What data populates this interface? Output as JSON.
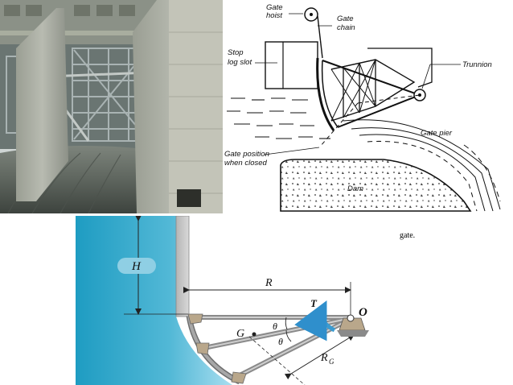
{
  "sketch": {
    "gate_hoist": [
      "Gate",
      "hoist"
    ],
    "gate_chain": [
      "Gate",
      "chain"
    ],
    "stop_log_slot": [
      "Stop",
      "log slot"
    ],
    "trunnion": "Trunnion",
    "gate_pier": "Gate pier",
    "gate_position_closed": [
      "Gate position",
      "when closed"
    ],
    "dam": "Dam"
  },
  "tainter": {
    "H": "H",
    "R": "R",
    "T": "T",
    "O": "O",
    "G": "G",
    "theta_upper": "θ",
    "theta_lower": "θ",
    "R_G_main": "R",
    "R_G_sub": "G"
  },
  "caption_fragment": "gate.",
  "colors": {
    "water": "#2fa6c7",
    "water_light": "#8fd2e6",
    "arrow_blue": "#3b9bd1",
    "wall": "#c8c8c8",
    "concrete": "#9fa49c"
  }
}
